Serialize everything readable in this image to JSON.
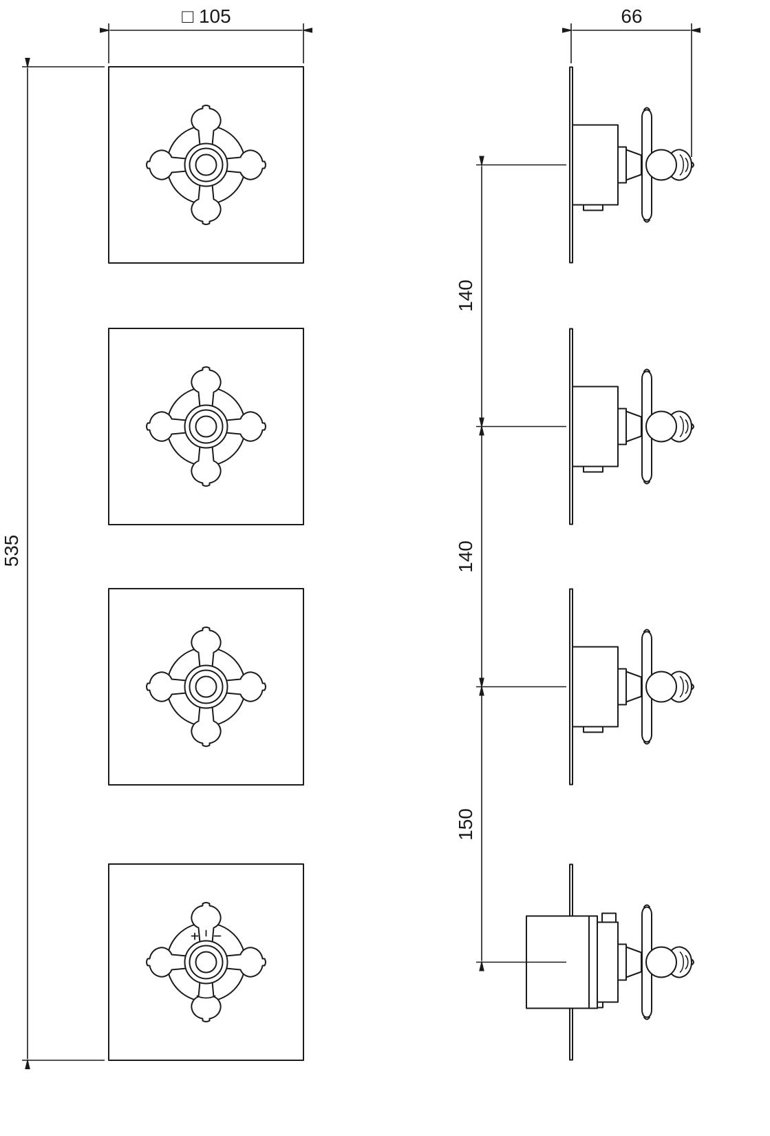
{
  "drawing": {
    "dimensions": {
      "front_width": "□ 105",
      "total_height": "535",
      "depth": "66",
      "pitch_1": "140",
      "pitch_2": "140",
      "pitch_3": "150"
    }
  }
}
